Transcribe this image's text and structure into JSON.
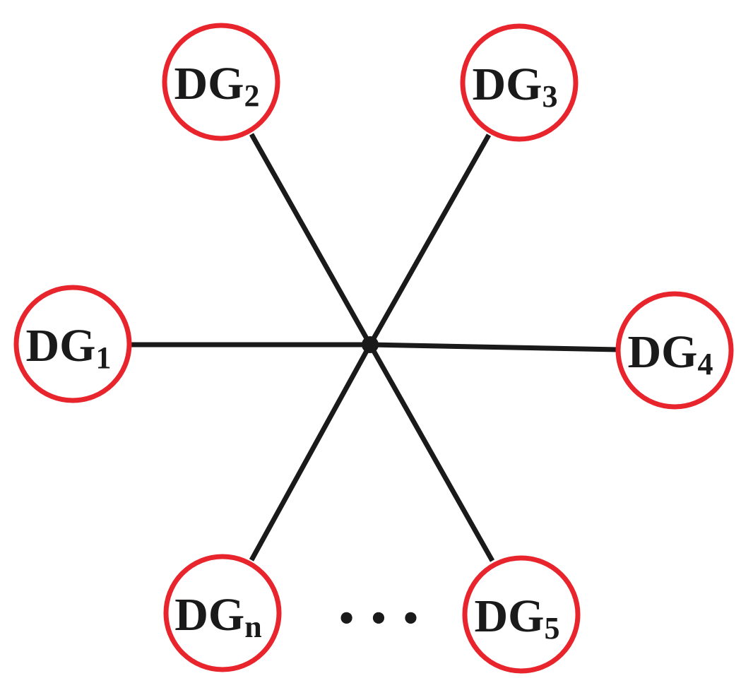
{
  "colors": {
    "node_stroke": "#e8242c",
    "edge": "#1a1a1a",
    "text": "#1a1a1a",
    "background": "#ffffff"
  },
  "nodes": [
    {
      "id": "dg1",
      "base": "DG",
      "sub": "1"
    },
    {
      "id": "dg2",
      "base": "DG",
      "sub": "2"
    },
    {
      "id": "dg3",
      "base": "DG",
      "sub": "3"
    },
    {
      "id": "dg4",
      "base": "DG",
      "sub": "4"
    },
    {
      "id": "dg5",
      "base": "DG",
      "sub": "5"
    },
    {
      "id": "dgn",
      "base": "DG",
      "sub": "n"
    }
  ],
  "edges": [
    {
      "from": "hub",
      "to": "dg1"
    },
    {
      "from": "hub",
      "to": "dg2"
    },
    {
      "from": "hub",
      "to": "dg3"
    },
    {
      "from": "hub",
      "to": "dg4"
    },
    {
      "from": "hub",
      "to": "dg5"
    },
    {
      "from": "hub",
      "to": "dgn"
    }
  ],
  "ellipsis": "• • •"
}
